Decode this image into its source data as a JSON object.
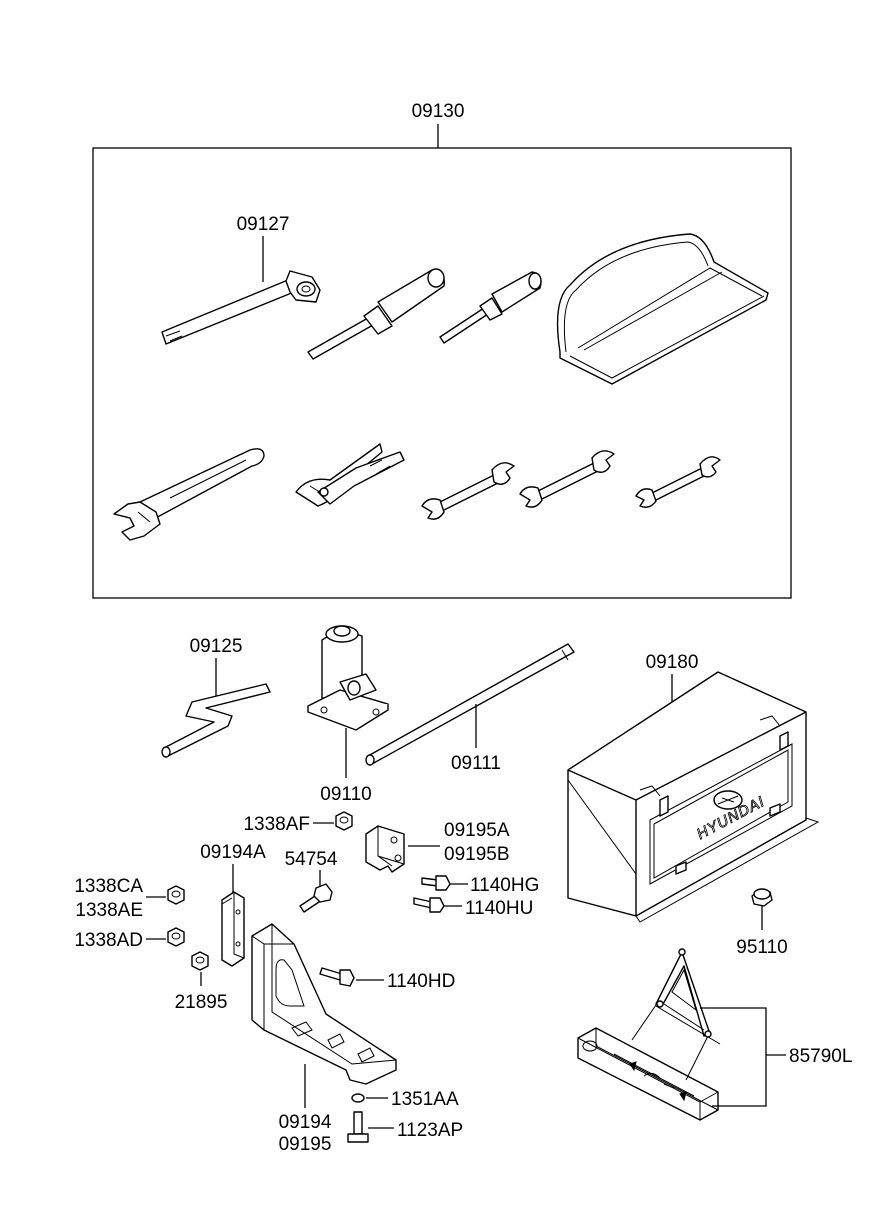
{
  "diagram": {
    "labels": {
      "tool_kit": "09130",
      "wheel_wrench": "09127",
      "jack_handle": "09125",
      "jack": "09110",
      "extension_bar": "09111",
      "tool_box": "09180",
      "nut_1338af": "1338AF",
      "bracket_a": "09195A",
      "bracket_b": "09195B",
      "bracket_09194a": "09194A",
      "bolt_54754": "54754",
      "bolt_1140hg": "1140HG",
      "bolt_1140hu": "1140HU",
      "nut_1338ca": "1338CA",
      "nut_1338ae": "1338AE",
      "nut_1338ad": "1338AD",
      "nut_21895": "21895",
      "bolt_1140hd": "1140HD",
      "clip_95110": "95110",
      "triangle": "85790L",
      "washer_1351aa": "1351AA",
      "bolt_1123ap": "1123AP",
      "bracket_09194": "09194",
      "bracket_09195": "09195"
    },
    "box_logo": "HYUNDAI"
  }
}
